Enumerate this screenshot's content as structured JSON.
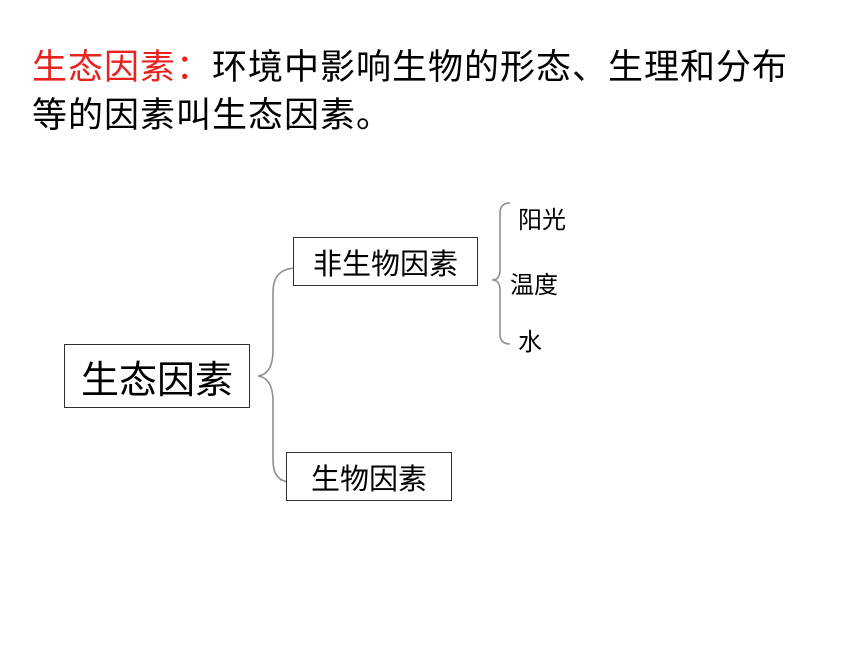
{
  "definition": {
    "term": "生态因素：",
    "text": "环境中影响生物的形态、生理和分布等的因素叫生态因素。"
  },
  "diagram": {
    "root": "生态因素",
    "branches": [
      {
        "label": "非生物因素",
        "children": [
          "阳光",
          "温度",
          "水"
        ]
      },
      {
        "label": "生物因素",
        "children": []
      }
    ]
  },
  "colors": {
    "term": "#e8231f",
    "text": "#000000",
    "lines": "#909090"
  }
}
